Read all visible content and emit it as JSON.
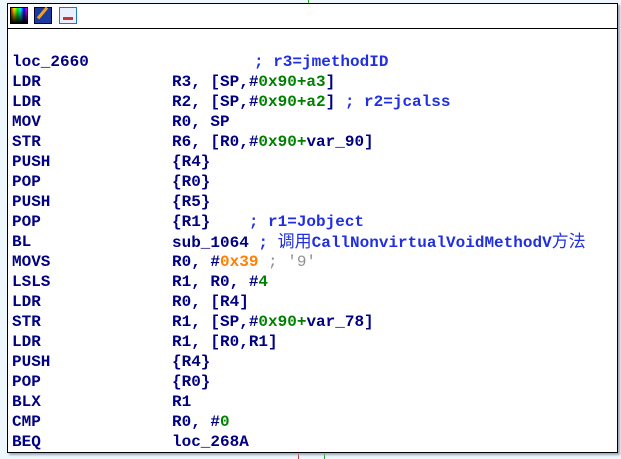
{
  "toolbar": {
    "icons": [
      "color-palette-icon",
      "edit-pencil-icon",
      "graph-view-icon"
    ]
  },
  "colors": {
    "text": "#000080",
    "number": "#008000",
    "immediate": "#ff8000",
    "comment": "#2030e0",
    "string_comment": "#909090"
  },
  "label_line": {
    "label": "loc_2660",
    "comment": "; r3=jmethodID"
  },
  "lines": [
    {
      "mnemonic": "LDR",
      "operands": [
        [
          "n",
          "R3, [SP,#"
        ],
        [
          "g",
          "0x90+a3"
        ],
        [
          "n",
          "]"
        ]
      ]
    },
    {
      "mnemonic": "LDR",
      "operands": [
        [
          "n",
          "R2, [SP,#"
        ],
        [
          "g",
          "0x90+a2"
        ],
        [
          "n",
          "] "
        ],
        [
          "c",
          "; r2=jcalss"
        ]
      ]
    },
    {
      "mnemonic": "MOV",
      "operands": [
        [
          "n",
          "R0, SP"
        ]
      ]
    },
    {
      "mnemonic": "STR",
      "operands": [
        [
          "n",
          "R6, [R0,#"
        ],
        [
          "g",
          "0x90+"
        ],
        [
          "n",
          "var_90]"
        ]
      ]
    },
    {
      "mnemonic": "PUSH",
      "operands": [
        [
          "n",
          "{R4}"
        ]
      ]
    },
    {
      "mnemonic": "POP",
      "operands": [
        [
          "n",
          "{R0}"
        ]
      ]
    },
    {
      "mnemonic": "PUSH",
      "operands": [
        [
          "n",
          "{R5}"
        ]
      ]
    },
    {
      "mnemonic": "POP",
      "operands": [
        [
          "n",
          "{R1}    "
        ],
        [
          "c",
          "; r1=Jobject"
        ]
      ]
    },
    {
      "mnemonic": "BL",
      "operands": [
        [
          "n",
          "sub_1064 "
        ],
        [
          "c",
          "; "
        ],
        [
          "cjk",
          "调用"
        ],
        [
          "c",
          "CallNonvirtualVoidMethodV"
        ],
        [
          "cjk",
          "方法"
        ]
      ]
    },
    {
      "mnemonic": "MOVS",
      "operands": [
        [
          "n",
          "R0, #"
        ],
        [
          "o",
          "0x39"
        ],
        [
          "q",
          " ; '9'"
        ]
      ]
    },
    {
      "mnemonic": "LSLS",
      "operands": [
        [
          "n",
          "R1, R0, #"
        ],
        [
          "g",
          "4"
        ]
      ]
    },
    {
      "mnemonic": "LDR",
      "operands": [
        [
          "n",
          "R0, [R4]"
        ]
      ]
    },
    {
      "mnemonic": "STR",
      "operands": [
        [
          "n",
          "R1, [SP,#"
        ],
        [
          "g",
          "0x90+"
        ],
        [
          "n",
          "var_78]"
        ]
      ]
    },
    {
      "mnemonic": "LDR",
      "operands": [
        [
          "n",
          "R1, [R0,R1]"
        ]
      ]
    },
    {
      "mnemonic": "PUSH",
      "operands": [
        [
          "n",
          "{R4}"
        ]
      ]
    },
    {
      "mnemonic": "POP",
      "operands": [
        [
          "n",
          "{R0}"
        ]
      ]
    },
    {
      "mnemonic": "BLX",
      "operands": [
        [
          "n",
          "R1"
        ]
      ]
    },
    {
      "mnemonic": "CMP",
      "operands": [
        [
          "n",
          "R0, #"
        ],
        [
          "g",
          "0"
        ]
      ]
    },
    {
      "mnemonic": "BEQ",
      "operands": [
        [
          "n",
          "loc_268A"
        ]
      ]
    }
  ]
}
